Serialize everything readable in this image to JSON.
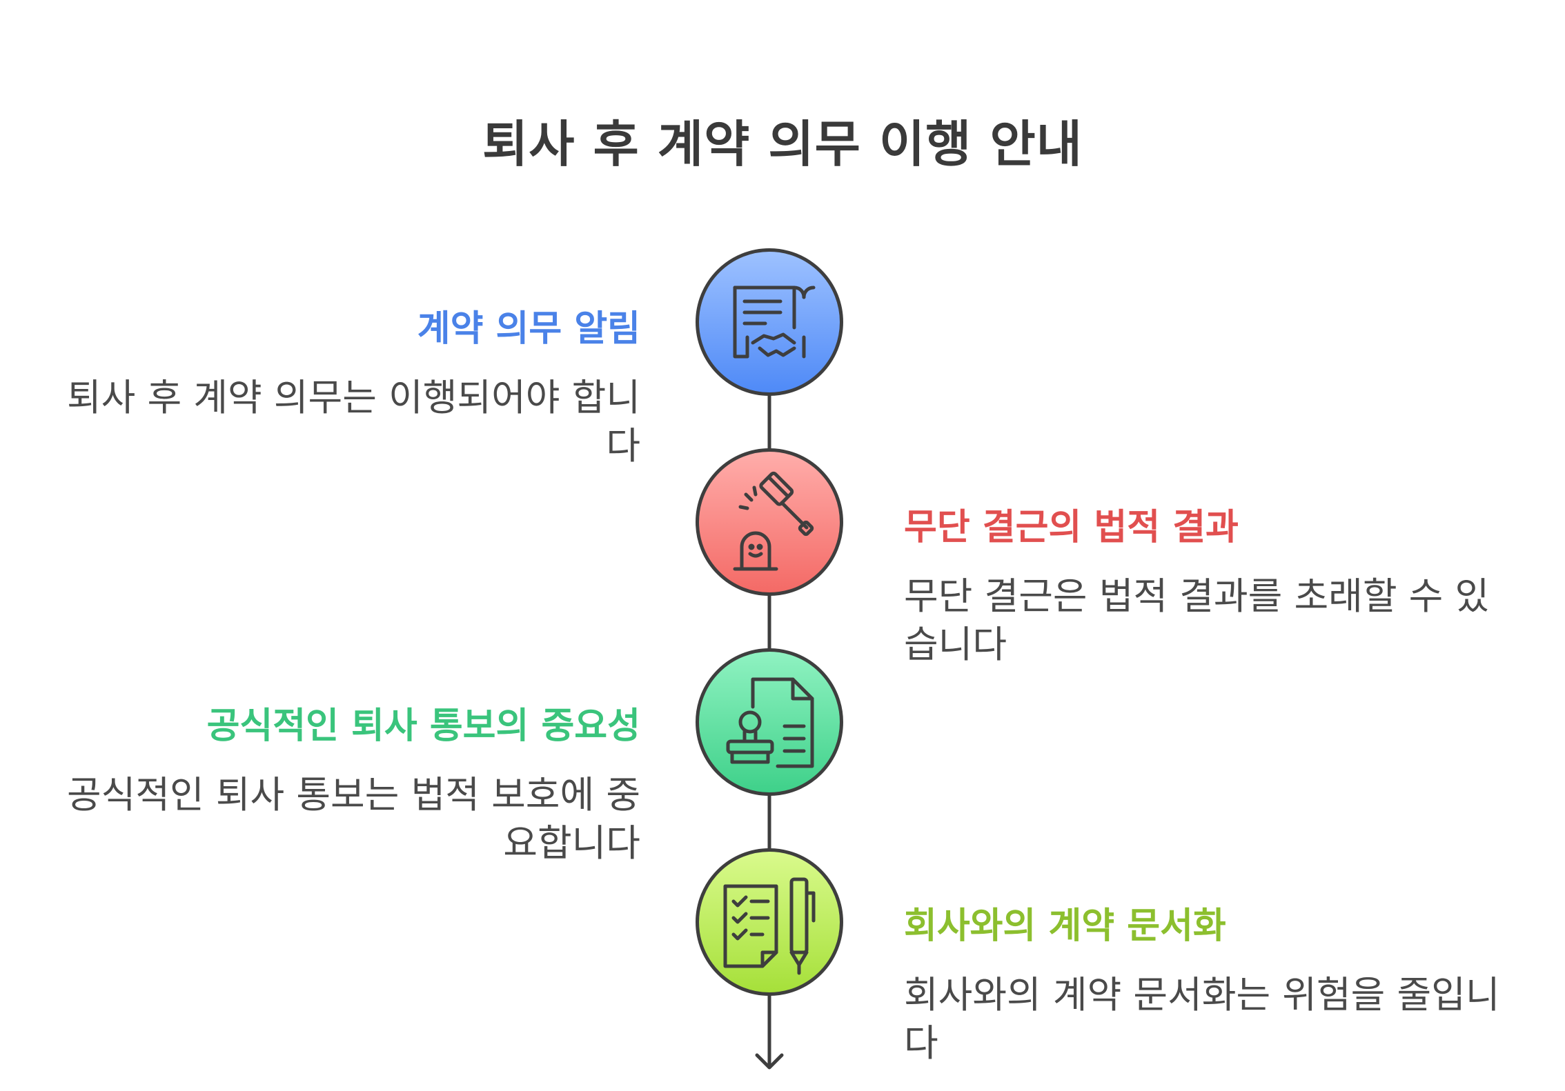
{
  "title": "퇴사 후 계약 의무 이행 안내",
  "steps": [
    {
      "heading": "계약 의무 알림",
      "description": "퇴사 후 계약 의무는 이행되어야 합니다",
      "icon": "contract-handshake-icon",
      "color": "#4a82e8"
    },
    {
      "heading": "무단 결근의 법적 결과",
      "description": "무단 결근은 법적 결과를 초래할 수 있습니다",
      "icon": "gavel-icon",
      "color": "#e14f4f"
    },
    {
      "heading": "공식적인 퇴사 통보의 중요성",
      "description": "공식적인 퇴사 통보는 법적 보호에 중요합니다",
      "icon": "stamped-document-icon",
      "color": "#3ac47c"
    },
    {
      "heading": "회사와의 계약 문서화",
      "description": "회사와의 계약 문서화는 위험을 줄입니다",
      "icon": "checklist-pen-icon",
      "color": "#8cbf2e"
    }
  ]
}
